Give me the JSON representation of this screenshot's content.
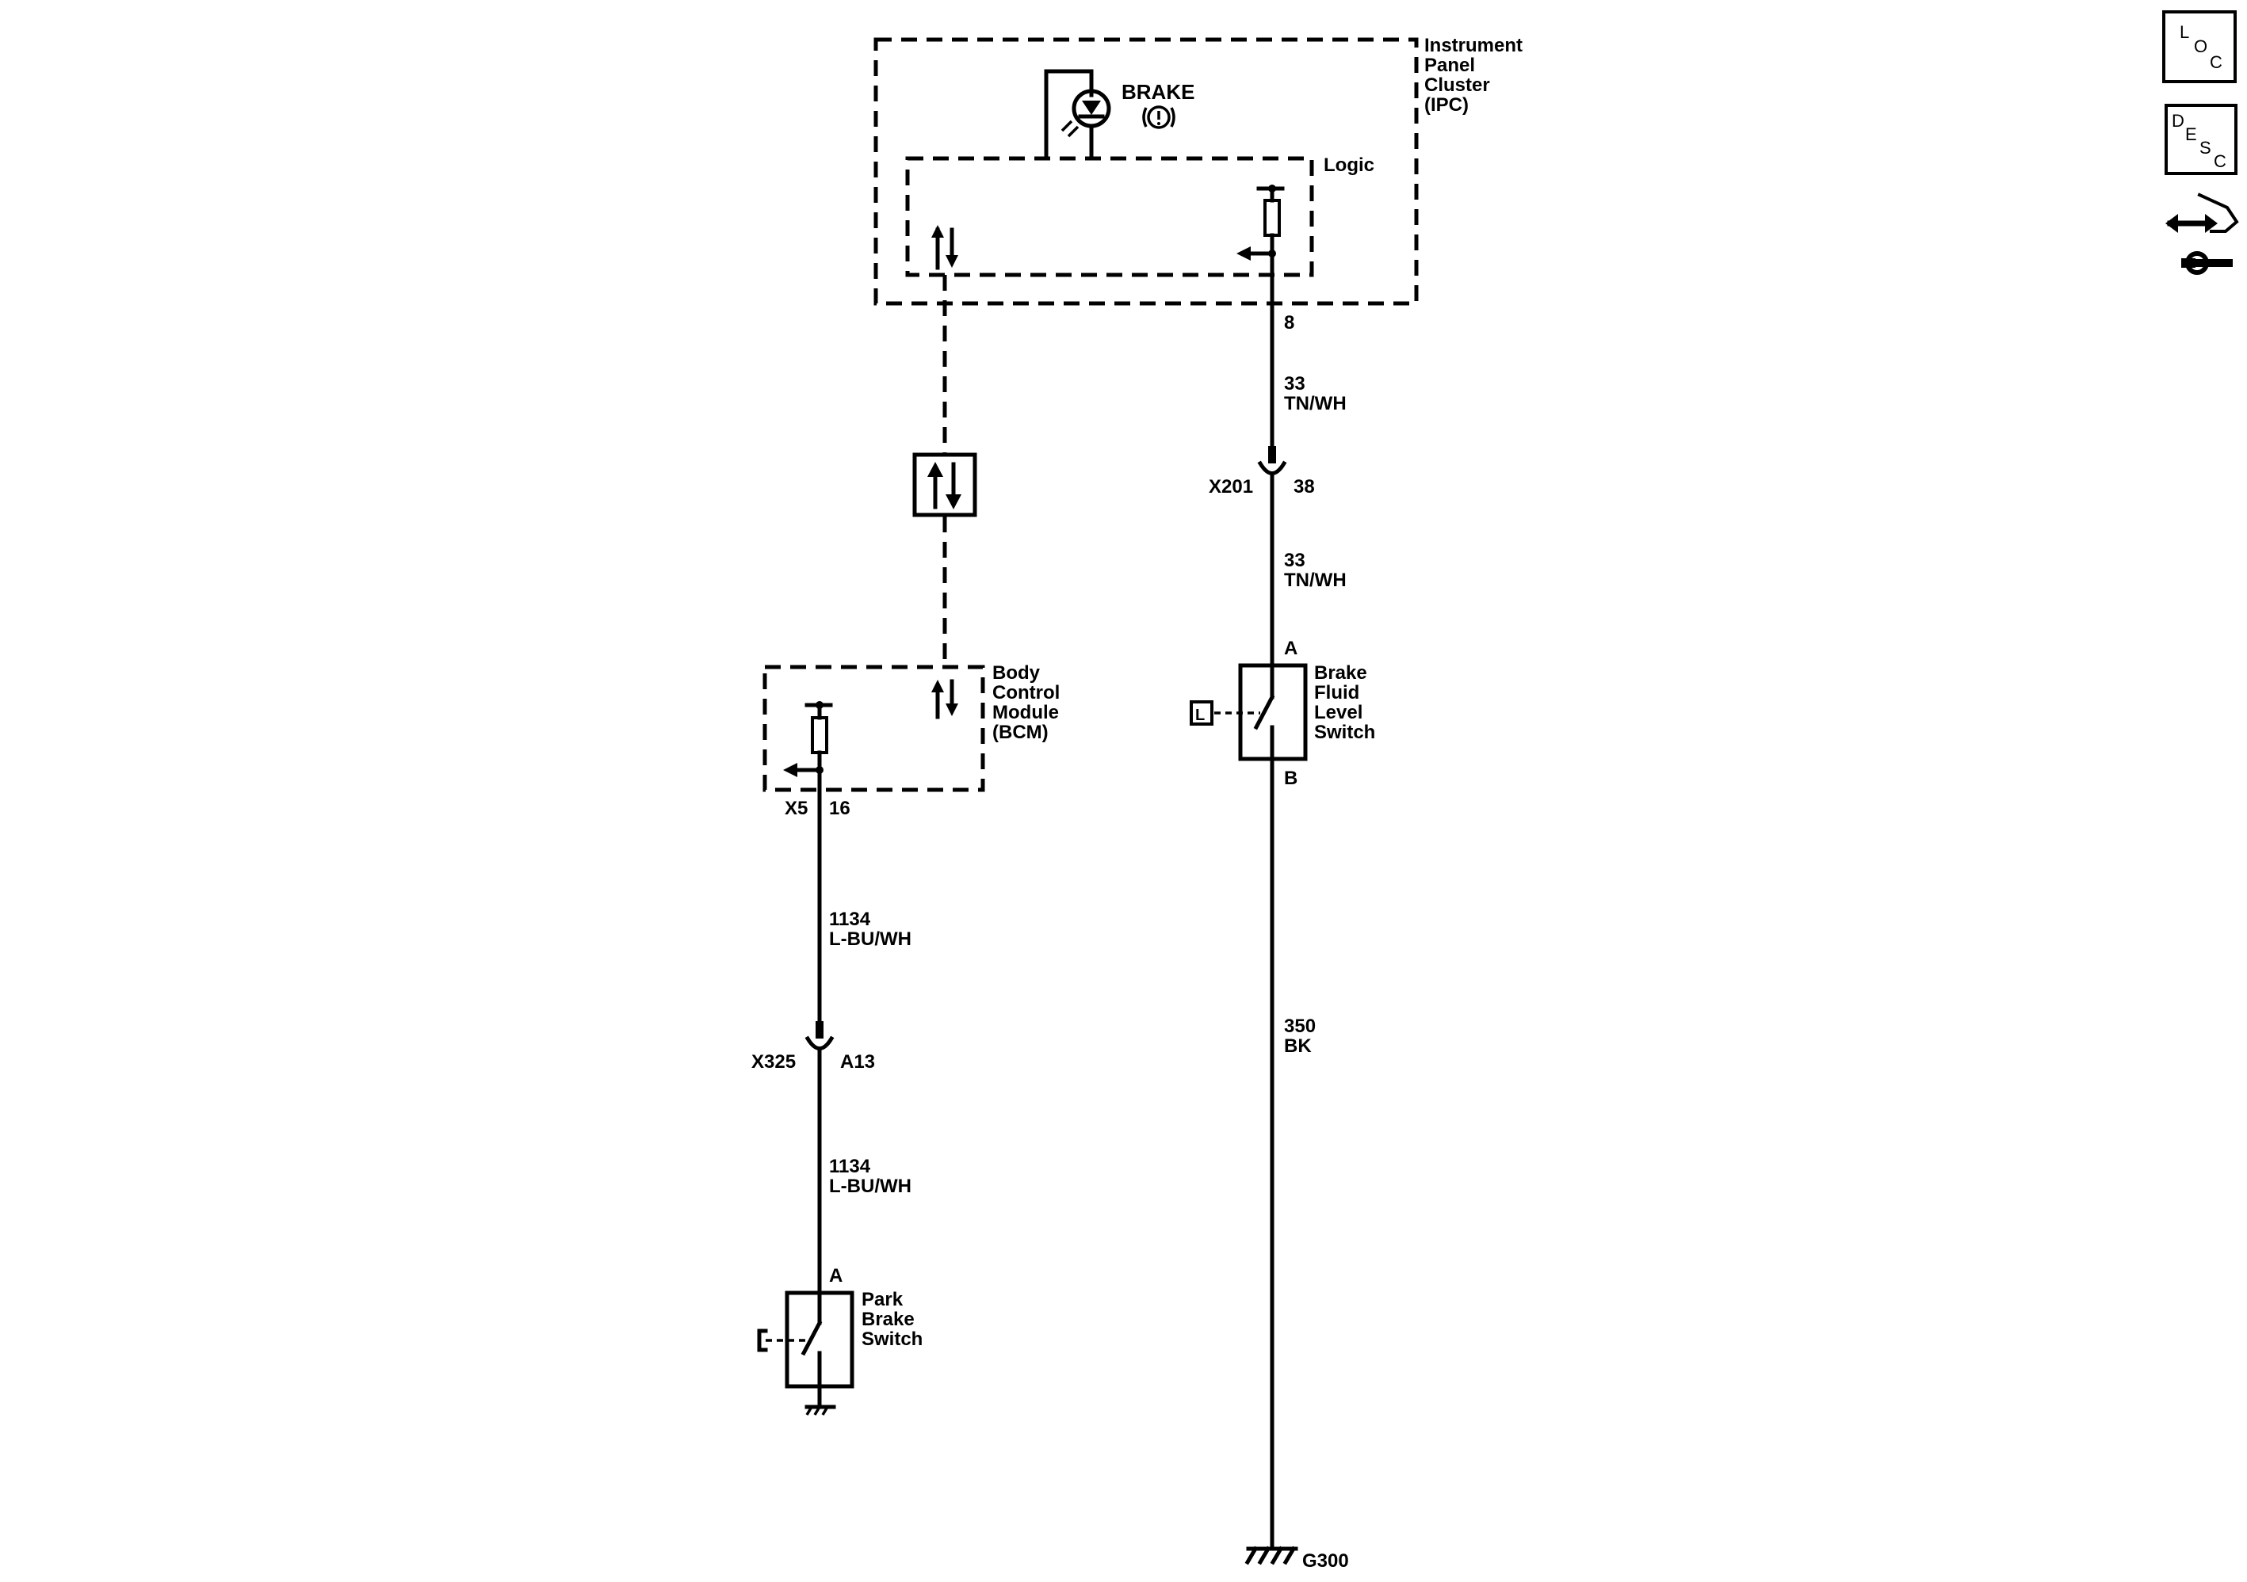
{
  "ipc": {
    "title_lines": [
      "Instrument",
      "Panel",
      "Cluster",
      "(IPC)"
    ],
    "logic_label": "Logic",
    "indicator_label": "BRAKE",
    "indicator_symbol": "(!)",
    "pin": "8"
  },
  "wire_33": {
    "circuit": "33",
    "color": "TN/WH"
  },
  "x201": {
    "connector": "X201",
    "pin": "38"
  },
  "brake_fluid_switch": {
    "title_lines": [
      "Brake",
      "Fluid",
      "Level",
      "Switch"
    ],
    "pin_a": "A",
    "pin_b": "B",
    "symbol": "L"
  },
  "wire_350": {
    "circuit": "350",
    "color": "BK"
  },
  "ground_g300": {
    "label": "G300"
  },
  "bcm": {
    "title_lines": [
      "Body",
      "Control",
      "Module",
      "(BCM)"
    ],
    "connector": "X5",
    "pin": "16"
  },
  "wire_1134": {
    "circuit": "1134",
    "color": "L-BU/WH"
  },
  "x325": {
    "connector": "X325",
    "pin": "A13"
  },
  "park_brake_switch": {
    "title_lines": [
      "Park",
      "Brake",
      "Switch"
    ],
    "pin_a": "A"
  },
  "nav": {
    "loc": {
      "l": "L",
      "o": "O",
      "c": "C"
    },
    "desc": {
      "d": "D",
      "e": "E",
      "s": "S",
      "c": "C"
    }
  },
  "icons": {
    "loc": "location-icon",
    "desc": "description-icon",
    "connector": "connector-end-view-icon",
    "serial_data": "serial-data-arrows-icon"
  }
}
